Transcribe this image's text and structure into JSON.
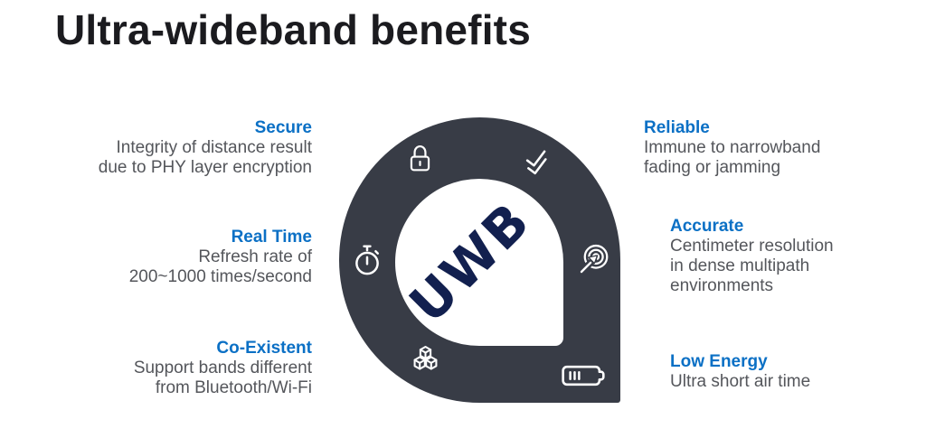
{
  "title": "Ultra-wideband benefits",
  "center": {
    "label": "UWB"
  },
  "colors": {
    "accent_blue": "#0B70C5",
    "body_gray": "#54565B",
    "shape_charcoal": "#383C46",
    "uwb_navy": "#12204F",
    "icon_white": "#FFFFFF"
  },
  "benefits": {
    "left": [
      {
        "title": "Secure",
        "lines": [
          "Integrity of distance result",
          "due to PHY layer encryption"
        ],
        "icon": "lock-icon"
      },
      {
        "title": "Real Time",
        "lines": [
          "Refresh rate of",
          "200~1000 times/second"
        ],
        "icon": "stopwatch-icon"
      },
      {
        "title": "Co-Existent",
        "lines": [
          "Support bands different",
          "from Bluetooth/Wi-Fi"
        ],
        "icon": "cubes-icon"
      }
    ],
    "right": [
      {
        "title": "Reliable",
        "lines": [
          "Immune to narrowband",
          "fading or jamming"
        ],
        "icon": "double-check-icon"
      },
      {
        "title": "Accurate",
        "lines": [
          "Centimeter resolution",
          "in dense multipath",
          "environments"
        ],
        "icon": "target-arrow-icon"
      },
      {
        "title": "Low Energy",
        "lines": [
          "Ultra short air time"
        ],
        "icon": "battery-icon"
      }
    ]
  }
}
